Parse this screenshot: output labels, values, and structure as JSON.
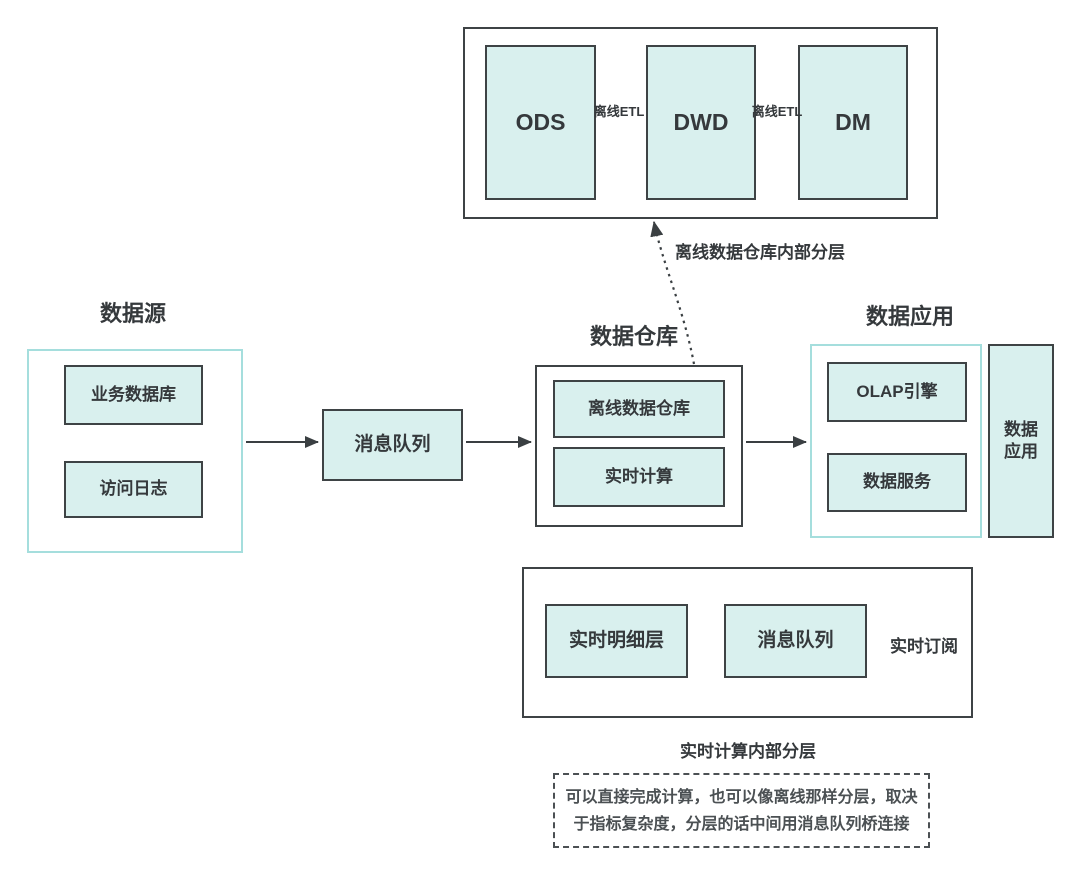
{
  "offline_warehouse": {
    "caption": "离线数据仓库内部分层",
    "layers": [
      "ODS",
      "DWD",
      "DM"
    ],
    "etl_labels": [
      "离线ETL",
      "离线ETL"
    ]
  },
  "data_source": {
    "title": "数据源",
    "items": [
      "业务数据库",
      "访问日志"
    ]
  },
  "message_queue": {
    "label": "消息队列"
  },
  "data_warehouse": {
    "title": "数据仓库",
    "items": [
      "离线数据仓库",
      "实时计算"
    ]
  },
  "data_application": {
    "title": "数据应用",
    "items": [
      "OLAP引擎",
      "数据服务"
    ],
    "side_label_line1": "数据",
    "side_label_line2": "应用"
  },
  "realtime_layers": {
    "caption": "实时计算内部分层",
    "items": [
      "实时明细层",
      "消息队列"
    ],
    "subscribe_label": "实时订阅"
  },
  "note": {
    "line1": "可以直接完成计算，也可以像离线那样分层，取决",
    "line2": "于指标复杂度，分层的话中间用消息队列桥连接"
  },
  "colors": {
    "cell_fill": "#d9f0ee",
    "dark_border": "#3e4345",
    "teal_border": "#a5dedd",
    "text": "#35393c"
  }
}
